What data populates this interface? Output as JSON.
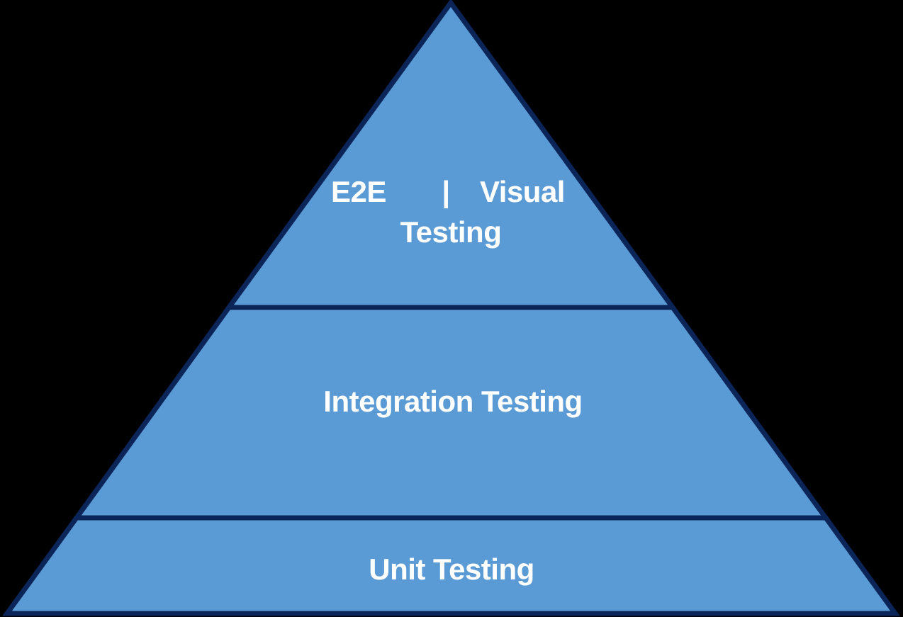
{
  "background_color": "#000000",
  "pyramid": {
    "fill_color": "#5B9BD5",
    "border_color": "#0B2559",
    "text_color": "#FFFFFF",
    "levels": [
      {
        "id": "e2e-visual-testing",
        "label": "E2E | Visual Testing",
        "line1_left": "E2E",
        "line1_separator": "|",
        "line1_right": "Visual",
        "line2": "Testing"
      },
      {
        "id": "integration-testing",
        "label": "Integration Testing"
      },
      {
        "id": "unit-testing",
        "label": "Unit Testing"
      }
    ]
  }
}
